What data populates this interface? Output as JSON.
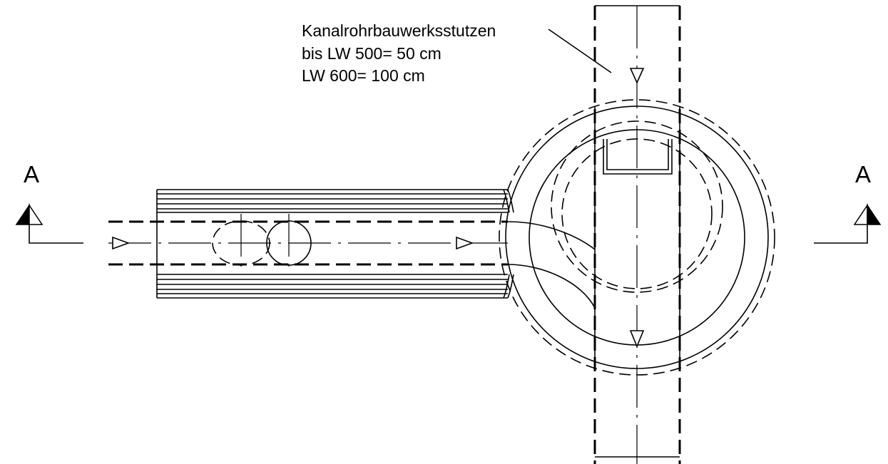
{
  "annotation": {
    "lines": [
      "Kanalrohrbauwerksstutzen",
      "bis LW 500= 50 cm",
      "LW 600= 100 cm"
    ]
  },
  "section_marker": {
    "left": "A",
    "right": "A"
  }
}
